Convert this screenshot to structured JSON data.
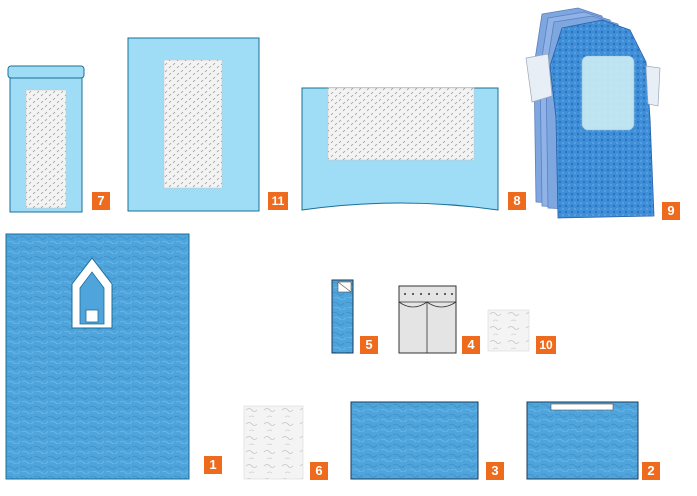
{
  "colors": {
    "drape_blue": "#9fdcf5",
    "drape_edge": "#1a6f98",
    "textured_blue": "#4fa5db",
    "gown_blue": "#3f8ed8",
    "gown_light": "#8fb3e6",
    "badge_orange": "#ee6a1c",
    "absorbent_white": "#f3f3f3"
  },
  "items": [
    {
      "name": "tube-drape",
      "number": "7"
    },
    {
      "name": "rectangular-drape-with-pad",
      "number": "11"
    },
    {
      "name": "table-cover-with-pad",
      "number": "8"
    },
    {
      "name": "surgical-gown-stack",
      "number": "9"
    },
    {
      "name": "large-drape-with-fenestration",
      "number": "1"
    },
    {
      "name": "adhesive-tape-strip",
      "number": "5"
    },
    {
      "name": "pouch-bag",
      "number": "4"
    },
    {
      "name": "small-absorbent-towel",
      "number": "10"
    },
    {
      "name": "absorbent-towel",
      "number": "6"
    },
    {
      "name": "textured-drape",
      "number": "3"
    },
    {
      "name": "textured-drape-with-tape",
      "number": "2"
    }
  ]
}
